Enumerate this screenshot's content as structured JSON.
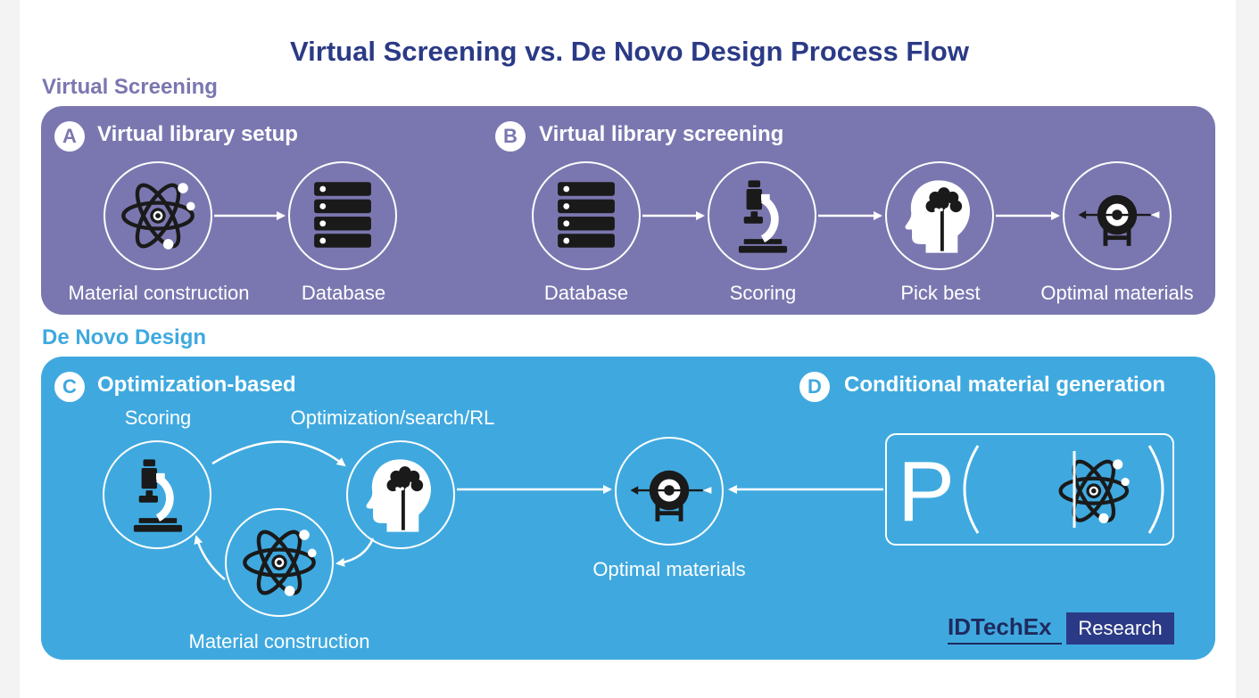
{
  "title": "Virtual Screening vs. De Novo Design Process Flow",
  "colors": {
    "title": "#2b3a86",
    "virtual_screening": "#7a77b0",
    "de_novo": "#3fa9df",
    "logo_dark": "#1f2a5e"
  },
  "virtual_screening": {
    "label": "Virtual Screening",
    "step_a": {
      "badge": "A",
      "heading": "Virtual library setup",
      "nodes": [
        {
          "icon": "atom-icon",
          "caption": "Material construction"
        },
        {
          "icon": "database-icon",
          "caption": "Database"
        }
      ]
    },
    "step_b": {
      "badge": "B",
      "heading": "Virtual library screening",
      "nodes": [
        {
          "icon": "database-icon",
          "caption": "Database"
        },
        {
          "icon": "microscope-icon",
          "caption": "Scoring"
        },
        {
          "icon": "brain-head-icon",
          "caption": "Pick best"
        },
        {
          "icon": "target-icon",
          "caption": "Optimal materials"
        }
      ]
    }
  },
  "de_novo": {
    "label": "De Novo Design",
    "step_c": {
      "badge": "C",
      "heading": "Optimization-based",
      "nodes": [
        {
          "icon": "microscope-icon",
          "caption": "Scoring"
        },
        {
          "icon": "brain-head-icon",
          "caption": "Optimization/search/RL"
        },
        {
          "icon": "atom-icon",
          "caption": "Material construction"
        }
      ],
      "target": {
        "icon": "target-icon",
        "caption": "Optimal materials"
      }
    },
    "step_d": {
      "badge": "D",
      "heading": "Conditional material generation",
      "formula_letter": "P"
    }
  },
  "logo": {
    "brand": "IDTechEx",
    "tag": "Research"
  }
}
